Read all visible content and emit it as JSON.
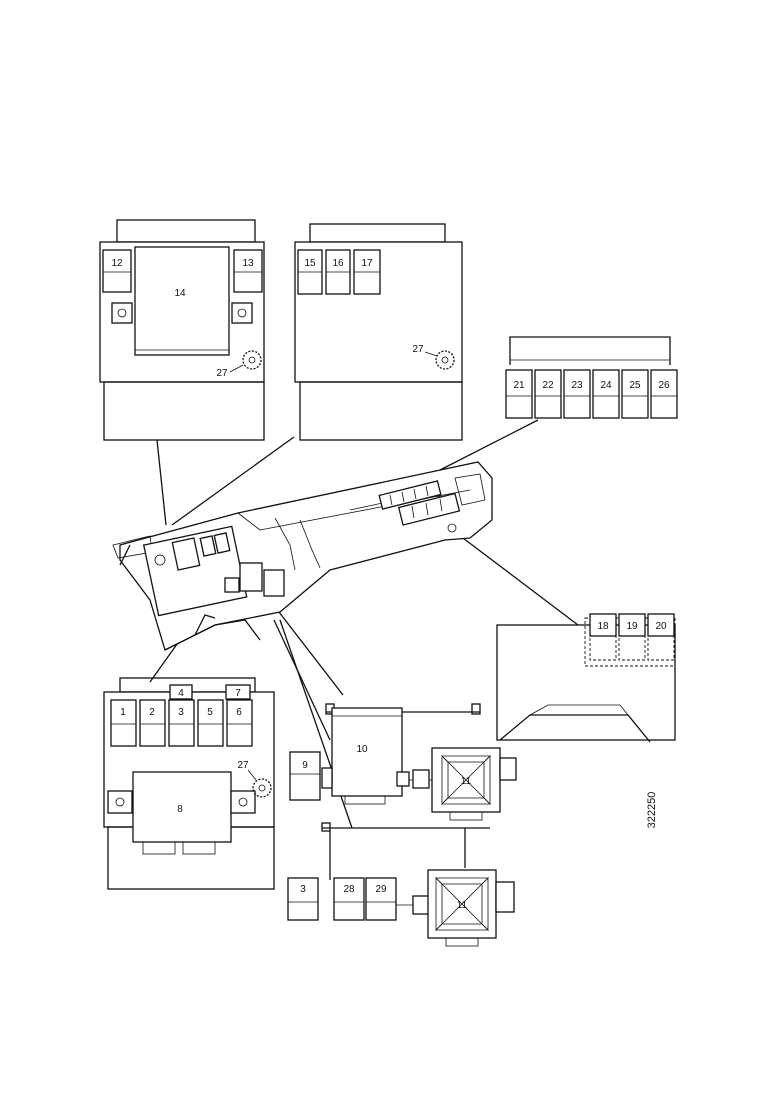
{
  "figure_code": "322250",
  "panels": {
    "top_left": {
      "relays": [
        "12",
        "13"
      ],
      "central_unit": "14",
      "fuse": "27"
    },
    "top_middle": {
      "relays": [
        "15",
        "16",
        "17"
      ],
      "fuse": "27"
    },
    "top_right": {
      "relays": [
        "21",
        "22",
        "23",
        "24",
        "25",
        "26"
      ]
    },
    "right_middle": {
      "relays": [
        "18",
        "19",
        "20"
      ]
    },
    "bottom_left": {
      "relays": [
        "1",
        "2",
        "3",
        "4",
        "5",
        "6",
        "7"
      ],
      "central_unit": "8",
      "fuse": "27"
    },
    "bottom_middle_upper": {
      "relays": [
        "9"
      ],
      "unit": "10",
      "module": "11"
    },
    "bottom_middle_lower": {
      "relays": [
        "3",
        "28",
        "29"
      ],
      "module": "11"
    }
  }
}
